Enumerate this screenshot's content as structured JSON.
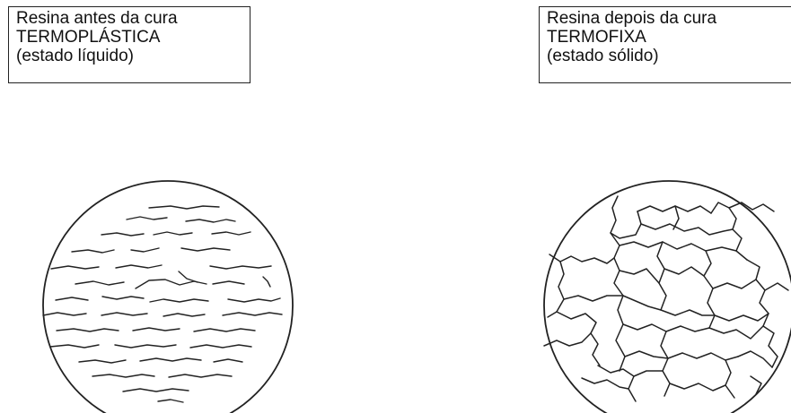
{
  "left_panel": {
    "line1": "Resina antes da cura",
    "line2": "TERMOPLÁSTICA",
    "line3": "(estado líquido)"
  },
  "right_panel": {
    "line1": "Resina depois da cura",
    "line2": "TERMOFIXA",
    "line3": "(estado sólido)"
  },
  "colors": {
    "stroke": "#222222",
    "background": "#ffffff"
  }
}
